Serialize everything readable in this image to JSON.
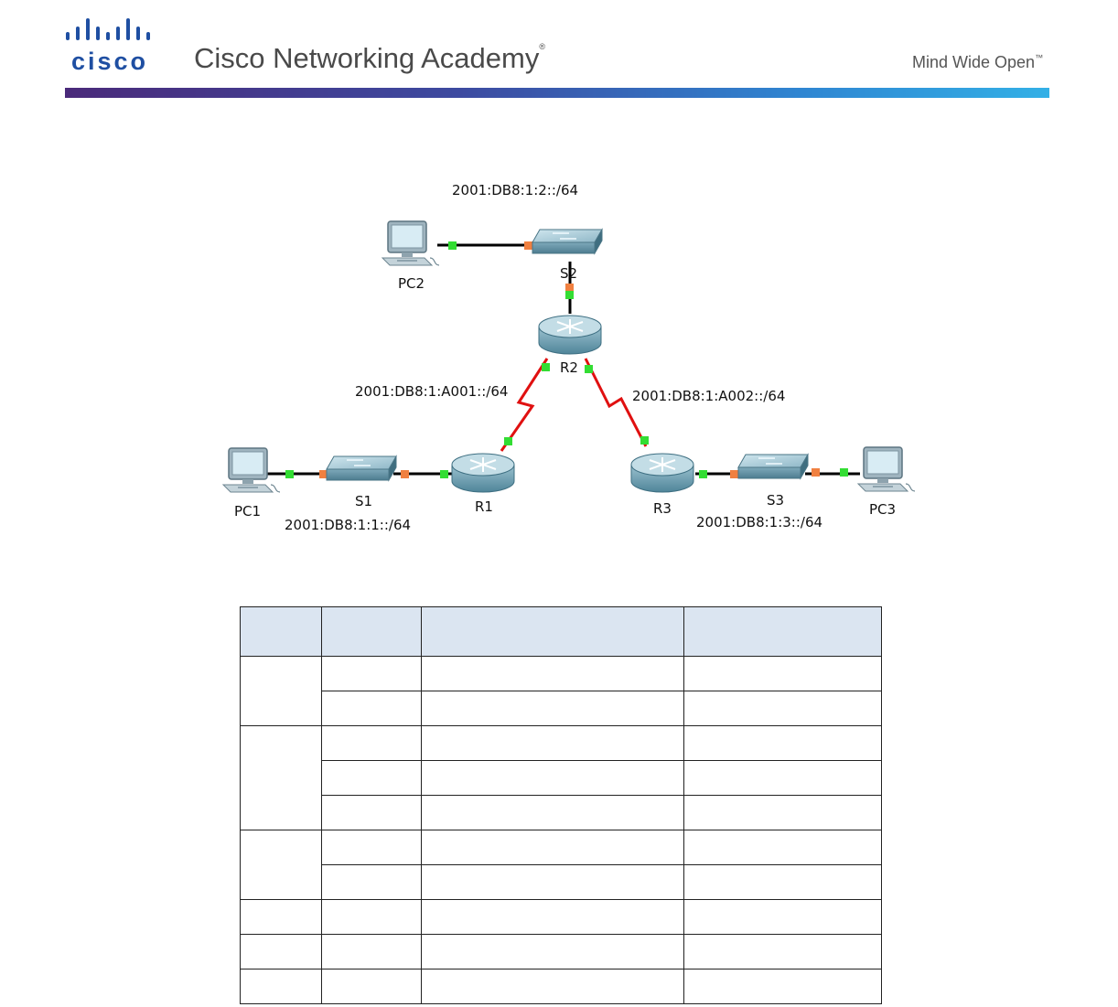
{
  "header": {
    "logo_text": "cisco",
    "title": "Cisco Networking Academy",
    "title_mark": "®",
    "tagline": "Mind Wide Open",
    "tagline_mark": "™",
    "bar_gradient": [
      "#4a2a7a",
      "#3d4aa0",
      "#2f86d2",
      "#33b0e6"
    ]
  },
  "topology": {
    "devices": [
      {
        "id": "pc1",
        "label": "PC1",
        "icon": "pc-icon"
      },
      {
        "id": "pc2",
        "label": "PC2",
        "icon": "pc-icon"
      },
      {
        "id": "pc3",
        "label": "PC3",
        "icon": "pc-icon"
      },
      {
        "id": "s1",
        "label": "S1",
        "icon": "switch-icon"
      },
      {
        "id": "s2",
        "label": "S2",
        "icon": "switch-icon"
      },
      {
        "id": "s3",
        "label": "S3",
        "icon": "switch-icon"
      },
      {
        "id": "r1",
        "label": "R1",
        "icon": "router-icon"
      },
      {
        "id": "r2",
        "label": "R2",
        "icon": "router-icon"
      },
      {
        "id": "r3",
        "label": "R3",
        "icon": "router-icon"
      }
    ],
    "networks": {
      "lan_r1": "2001:DB8:1:1::/64",
      "lan_r2": "2001:DB8:1:2::/64",
      "lan_r3": "2001:DB8:1:3::/64",
      "wan_r1_r2": "2001:DB8:1:A001::/64",
      "wan_r2_r3": "2001:DB8:1:A002::/64"
    },
    "colors": {
      "ethernet_link": "#000000",
      "serial_link": "#e01010",
      "port_up": "#33dd33",
      "port_switch": "#f08040"
    }
  },
  "address_table": {
    "headers": [
      "",
      "",
      "",
      ""
    ],
    "rows": [
      [
        "",
        "",
        "",
        ""
      ],
      [
        "",
        "",
        "",
        ""
      ],
      [
        "",
        "",
        "",
        ""
      ],
      [
        "",
        "",
        "",
        ""
      ],
      [
        "",
        "",
        "",
        ""
      ],
      [
        "",
        "",
        "",
        ""
      ],
      [
        "",
        "",
        "",
        ""
      ],
      [
        "",
        "",
        "",
        ""
      ],
      [
        "",
        "",
        "",
        ""
      ],
      [
        "",
        "",
        "",
        ""
      ]
    ]
  }
}
